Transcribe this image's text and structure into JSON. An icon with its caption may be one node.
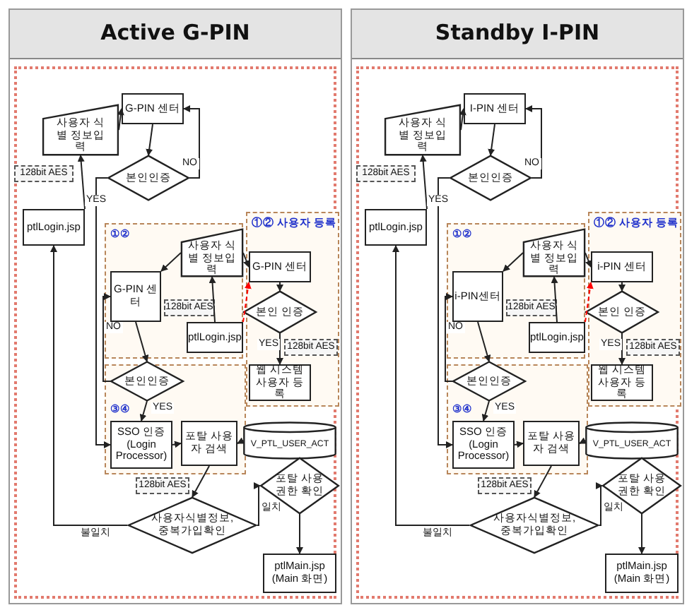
{
  "diagram": {
    "nodes": [
      {
        "text": [
          "Active G-PIN"
        ]
      },
      {
        "text": [
          "사용자 식별 정보입력"
        ],
        "in": 0
      },
      {
        "text": [
          "G-PIN 센터"
        ],
        "in": 0
      },
      {
        "text": [
          "본인인증"
        ],
        "in": 0
      },
      {
        "text": [
          "128bit AES"
        ],
        "in": 0
      },
      {
        "text": [
          "ptlLogin.jsp"
        ],
        "in": 0
      },
      {
        "text": [
          "①②"
        ],
        "in": 0
      },
      {
        "text": [
          "G-PIN 센터"
        ],
        "in": 6
      },
      {
        "text": [
          "사용자 식별 정보입력"
        ],
        "in": 6
      },
      {
        "text": [
          "128bit AES"
        ],
        "in": 6
      },
      {
        "text": [
          "ptlLogin.jsp"
        ],
        "in": 6
      },
      {
        "text": [
          "①② 사용자 등록"
        ],
        "in": 0
      },
      {
        "text": [
          "G-PIN 센터"
        ],
        "in": 11
      },
      {
        "text": [
          "본인 인증"
        ],
        "in": 11
      },
      {
        "text": [
          "128bit AES"
        ],
        "in": 11
      },
      {
        "text": [
          "웹 시스템 사용자 등록"
        ],
        "in": 11
      },
      {
        "text": [
          "③④"
        ],
        "in": 0
      },
      {
        "text": [
          "본인인증"
        ],
        "in": 16
      },
      {
        "text": [
          "SSO 인증 (Login Processor)"
        ],
        "in": 16
      },
      {
        "text": [
          "포탈 사용자 검색"
        ],
        "in": 16
      },
      {
        "text": [
          "V_PTL_USER_ACT"
        ],
        "in": 0
      },
      {
        "text": [
          "128bit AES"
        ],
        "in": 0
      },
      {
        "text": [
          "사용자식별정보, 중복가입확인"
        ],
        "in": 0
      },
      {
        "text": [
          "포탈 사용권한 확인"
        ],
        "in": 0
      },
      {
        "text": [
          "ptlMain.jsp (Main 화면)"
        ],
        "in": 0
      },
      {
        "text": [
          "Standby I-PIN"
        ]
      },
      {
        "text": [
          "사용자 식별 정보입력"
        ],
        "in": 25
      },
      {
        "text": [
          "I-PIN 센터"
        ],
        "in": 25
      },
      {
        "text": [
          "본인인증"
        ],
        "in": 25
      },
      {
        "text": [
          "128bit AES"
        ],
        "in": 25
      },
      {
        "text": [
          "ptlLogin.jsp"
        ],
        "in": 25
      },
      {
        "text": [
          "①②"
        ],
        "in": 25
      },
      {
        "text": [
          "i-PIN센터"
        ],
        "in": 31
      },
      {
        "text": [
          "사용자 식별 정보입력"
        ],
        "in": 31
      },
      {
        "text": [
          "128bit AES"
        ],
        "in": 31
      },
      {
        "text": [
          "ptlLogin.jsp"
        ],
        "in": 31
      },
      {
        "text": [
          "①② 사용자 등록"
        ],
        "in": 25
      },
      {
        "text": [
          "i-PIN 센터"
        ],
        "in": 36
      },
      {
        "text": [
          "본인 인증"
        ],
        "in": 36
      },
      {
        "text": [
          "128bit AES"
        ],
        "in": 36
      },
      {
        "text": [
          "웹 시스템 사용자 등록"
        ],
        "in": 36
      },
      {
        "text": [
          "③④"
        ],
        "in": 25
      },
      {
        "text": [
          "본인인증"
        ],
        "in": 41
      },
      {
        "text": [
          "SSO 인증 (Login Processor)"
        ],
        "in": 41
      },
      {
        "text": [
          "포탈 사용자 검색"
        ],
        "in": 41
      },
      {
        "text": [
          "V_PTL_USER_ACT"
        ],
        "in": 25
      },
      {
        "text": [
          "128bit AES"
        ],
        "in": 25
      },
      {
        "text": [
          "사용자식별정보, 중복가입확인"
        ],
        "in": 25
      },
      {
        "text": [
          "포탈 사용권한 확인"
        ],
        "in": 25
      },
      {
        "text": [
          "ptlMain.jsp (Main 화면)"
        ],
        "in": 25
      }
    ],
    "edges": [
      {
        "from": 5,
        "to": 1,
        "arrow": "to"
      },
      {
        "from": 1,
        "to": 2,
        "arrow": "to"
      },
      {
        "from": 2,
        "to": 3,
        "arrow": "to"
      },
      {
        "from": 3,
        "to": 2,
        "arrow": "to",
        "label": "NO"
      },
      {
        "from": 3,
        "to": 18,
        "arrow": "to",
        "label": "YES"
      },
      {
        "from": 10,
        "to": 8,
        "arrow": "to"
      },
      {
        "from": 8,
        "to": 7,
        "arrow": "to"
      },
      {
        "from": 10,
        "to": 12,
        "arrow": "to",
        "style": "dashed",
        "color": "#ff0000"
      },
      {
        "from": 8,
        "to": 12,
        "arrow": "to"
      },
      {
        "from": 7,
        "to": 17,
        "arrow": "to"
      },
      {
        "from": 17,
        "to": 7,
        "arrow": "to",
        "label": "NO"
      },
      {
        "from": 12,
        "to": 13,
        "arrow": "to"
      },
      {
        "from": 13,
        "to": 15,
        "arrow": "to",
        "label": "YES"
      },
      {
        "from": 17,
        "to": 18,
        "arrow": "to",
        "label": "YES"
      },
      {
        "from": 18,
        "to": 19,
        "arrow": "to"
      },
      {
        "from": 20,
        "to": 19,
        "arrow": "to"
      },
      {
        "from": 19,
        "to": 22,
        "arrow": "to"
      },
      {
        "from": 22,
        "to": 23,
        "arrow": "to",
        "label": "일치"
      },
      {
        "from": 23,
        "to": 24,
        "arrow": "to"
      },
      {
        "from": 22,
        "to": 5,
        "arrow": "to",
        "label": "불일치"
      },
      {
        "from": 30,
        "to": 26,
        "arrow": "to"
      },
      {
        "from": 26,
        "to": 27,
        "arrow": "to"
      },
      {
        "from": 27,
        "to": 28,
        "arrow": "to"
      },
      {
        "from": 28,
        "to": 27,
        "arrow": "to",
        "label": "NO"
      },
      {
        "from": 28,
        "to": 43,
        "arrow": "to",
        "label": "YES"
      },
      {
        "from": 35,
        "to": 33,
        "arrow": "to"
      },
      {
        "from": 33,
        "to": 32,
        "arrow": "to"
      },
      {
        "from": 35,
        "to": 37,
        "arrow": "to",
        "style": "dashed",
        "color": "#ff0000"
      },
      {
        "from": 33,
        "to": 37,
        "arrow": "to"
      },
      {
        "from": 32,
        "to": 42,
        "arrow": "to"
      },
      {
        "from": 42,
        "to": 32,
        "arrow": "to",
        "label": "NO"
      },
      {
        "from": 37,
        "to": 38,
        "arrow": "to"
      },
      {
        "from": 38,
        "to": 40,
        "arrow": "to",
        "label": "YES"
      },
      {
        "from": 42,
        "to": 43,
        "arrow": "to",
        "label": "YES"
      },
      {
        "from": 43,
        "to": 44,
        "arrow": "to"
      },
      {
        "from": 45,
        "to": 44,
        "arrow": "to"
      },
      {
        "from": 44,
        "to": 47,
        "arrow": "to"
      },
      {
        "from": 47,
        "to": 48,
        "arrow": "to",
        "label": "일치"
      },
      {
        "from": 48,
        "to": 49,
        "arrow": "to"
      },
      {
        "from": 47,
        "to": 30,
        "arrow": "to",
        "label": "불일치"
      }
    ]
  }
}
